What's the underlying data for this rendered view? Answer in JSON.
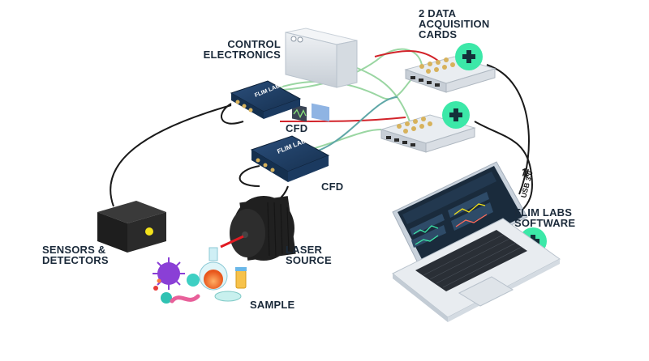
{
  "labels": {
    "control_electronics": [
      "CONTROL",
      "ELECTRONICS"
    ],
    "data_acquisition": [
      "2 DATA",
      "ACQUISITION",
      "CARDS"
    ],
    "cfd_top": "CFD",
    "cfd_bottom": "CFD",
    "sensors": [
      "SENSORS &",
      "DETECTORS"
    ],
    "laser": [
      "LASER",
      "SOURCE"
    ],
    "sample": "SAMPLE",
    "software": [
      "FLIM LABS",
      "SOFTWARE"
    ],
    "usb": "USB 3.0",
    "device_brand": "FLIM LABS"
  },
  "colors": {
    "label_text": "#1b2a3a",
    "plus_badge": "#3ce8a8",
    "device_navy": "#1e3a5f",
    "cable_red": "#d2232a",
    "cable_green": "#9ad6a2",
    "cable_dark": "#1a1a1a"
  },
  "icons": [
    "plus-icon",
    "usb-icon",
    "oscilloscope-icon"
  ]
}
